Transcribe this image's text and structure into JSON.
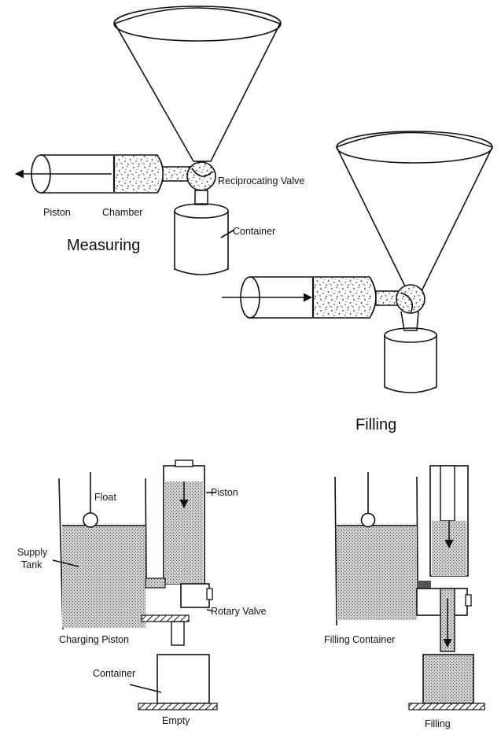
{
  "top_left": {
    "labels": {
      "piston": "Piston",
      "chamber": "Chamber",
      "reciprocating_valve": "Reciprocating Valve",
      "container": "Container"
    },
    "caption": "Measuring"
  },
  "top_right": {
    "caption": "Filling"
  },
  "bottom_left": {
    "labels": {
      "float": "Float",
      "piston": "Piston",
      "supply_tank": "Supply",
      "supply_tank_2": "Tank",
      "rotary_valve": "Rotary Valve",
      "charging_piston": "Charging Piston",
      "container": "Container",
      "empty": "Empty"
    }
  },
  "bottom_right": {
    "labels": {
      "filling_container": "Filling Container",
      "filling": "Filling"
    }
  },
  "colors": {
    "ink": "#111111",
    "background": "#ffffff"
  }
}
